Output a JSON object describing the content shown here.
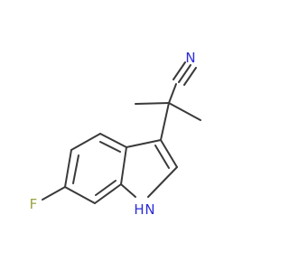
{
  "molecule": {
    "atoms": {
      "nitrogen_nitrile": {
        "label": "N",
        "color": "#2b2bd9"
      },
      "fluorine": {
        "label": "F",
        "color": "#9aa33c"
      },
      "nitrogen_indole": {
        "label": "H",
        "color": "#2b2bd9"
      }
    }
  }
}
